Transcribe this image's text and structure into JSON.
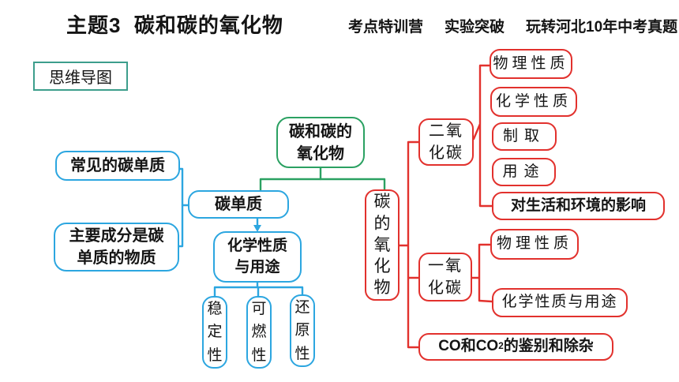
{
  "header": {
    "title": "主题3  碳和碳的氧化物",
    "tags": [
      "考点特训营",
      "实验突破",
      "玩转河北10年中考真题"
    ]
  },
  "badge": "思维导图",
  "colors": {
    "branch_blue": "#2ca6e0",
    "branch_green": "#2ba162",
    "branch_red": "#e2312d",
    "badge_border": "#3d9e8c",
    "text": "#141414"
  },
  "nodes": {
    "root": "碳和碳的\n氧化物",
    "carbon": "碳单质",
    "carbon_common": "常见的碳单质",
    "carbon_sources": "主要成分是碳\n单质的物质",
    "carbon_chem_use": "化学性质\n与用途",
    "carbon_props": [
      "稳定性",
      "可燃性",
      "还原性"
    ],
    "oxides": "碳的氧化物",
    "co2": "二氧\n化碳",
    "co2_children": [
      "物理性质",
      "化学性质",
      "制取",
      "用途",
      "对生活和环境的影响"
    ],
    "co": "一氧\n化碳",
    "co_children": [
      "物理性质",
      "化学性质与用途"
    ],
    "compare": {
      "prefix": "CO和CO",
      "sub": "2",
      "suffix": "的鉴别和除杂"
    }
  }
}
